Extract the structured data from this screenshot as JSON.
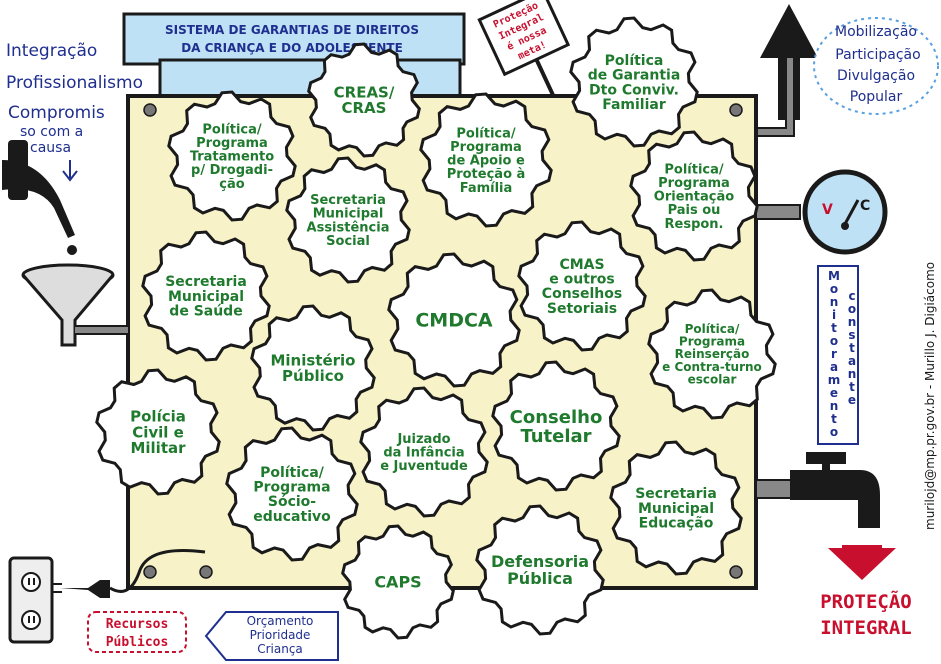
{
  "header": {
    "title_line1": "SISTEMA DE GARANTIAS DE DIREITOS",
    "title_line2": "DA CRIANÇA E DO ADOLESCENTE"
  },
  "sign": {
    "lines": [
      "Proteção",
      "Integral",
      "é nossa",
      "meta!"
    ]
  },
  "left_notes": {
    "items": [
      "Integração",
      "Profissionalismo",
      "Compromis",
      "so com a",
      "causa"
    ]
  },
  "top_right_notes": {
    "items": [
      "Mobilização",
      "Participação",
      "Divulgação",
      "Popular"
    ]
  },
  "gauge": {
    "label": "Monitoramento constante"
  },
  "credit": "murilojd@mp.pr.gov.br - Murillo J. Digiácomo",
  "output": {
    "line1": "PROTEÇÃO",
    "line2": "INTEGRAL"
  },
  "resources": {
    "label_line1": "Recursos",
    "label_line2": "Públicos"
  },
  "budget": {
    "lines": [
      "Orçamento",
      "Prioridade",
      "Criança"
    ]
  },
  "gears": [
    {
      "id": "tratamento",
      "lines": [
        "Política/",
        "Programa",
        "Tratamento",
        "p/ Drogadi-",
        "ção"
      ]
    },
    {
      "id": "creas",
      "lines": [
        "CREAS/",
        "CRAS"
      ]
    },
    {
      "id": "apoio",
      "lines": [
        "Política/",
        "Programa",
        "de Apoio e",
        "Proteção à",
        "Família"
      ]
    },
    {
      "id": "garantia",
      "lines": [
        "Política",
        "de Garantia",
        "Dto Conviv.",
        "Familiar"
      ]
    },
    {
      "id": "assistencia",
      "lines": [
        "Secretaria",
        "Municipal",
        "Assistência",
        "Social"
      ]
    },
    {
      "id": "orientacao",
      "lines": [
        "Política/",
        "Programa",
        "Orientação",
        "Pais ou",
        "Respon."
      ]
    },
    {
      "id": "saude",
      "lines": [
        "Secretaria",
        "Municipal",
        "de Saúde"
      ]
    },
    {
      "id": "cmdca",
      "lines": [
        "CMDCA"
      ]
    },
    {
      "id": "cmas",
      "lines": [
        "CMAS",
        "e outros",
        "Conselhos",
        "Setoriais"
      ]
    },
    {
      "id": "mp",
      "lines": [
        "Ministério",
        "Público"
      ]
    },
    {
      "id": "reinsercao",
      "lines": [
        "Política/",
        "Programa",
        "Reinserção",
        "e Contra-turno",
        "escolar"
      ]
    },
    {
      "id": "policia",
      "lines": [
        "Polícia",
        "Civil e",
        "Militar"
      ]
    },
    {
      "id": "juizado",
      "lines": [
        "Juizado",
        "da Infância",
        "e Juventude"
      ]
    },
    {
      "id": "tutelar",
      "lines": [
        "Conselho",
        "Tutelar"
      ]
    },
    {
      "id": "socio",
      "lines": [
        "Política/",
        "Programa",
        "Sócio-",
        "educativo"
      ]
    },
    {
      "id": "educacao",
      "lines": [
        "Secretaria",
        "Municipal",
        "Educação"
      ]
    },
    {
      "id": "defensoria",
      "lines": [
        "Defensoria",
        "Pública"
      ]
    },
    {
      "id": "caps",
      "lines": [
        "CAPS"
      ]
    }
  ],
  "colors": {
    "panel": "#f7f2c8",
    "gear_text": "#1f7a2e",
    "blue_text": "#1f2f8f",
    "red": "#c8102e",
    "sky_blue": "#5aa0e0",
    "header_bg": "#bfe1f5"
  },
  "icons": [
    "fuel-nozzle-icon",
    "funnel-icon",
    "gauge-icon",
    "faucet-icon",
    "down-arrow-icon",
    "up-arrow-icon",
    "power-outlet-icon",
    "plug-icon"
  ]
}
